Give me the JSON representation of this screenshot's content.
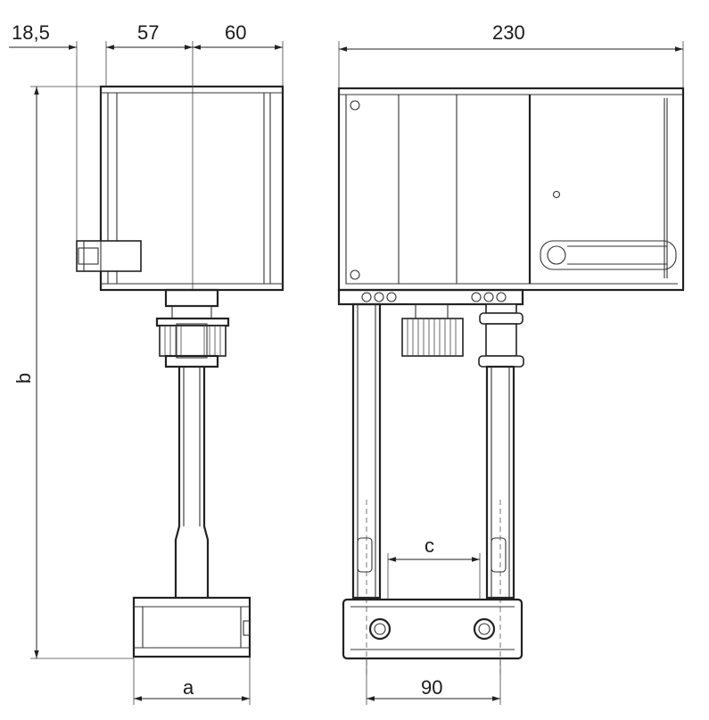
{
  "dimensions": {
    "side_offset": "18,5",
    "side_depth_front": "57",
    "side_depth_rear": "60",
    "front_width": "230",
    "height": "b",
    "base_width": "a",
    "rod_spacing": "c",
    "mount_spacing": "90"
  }
}
